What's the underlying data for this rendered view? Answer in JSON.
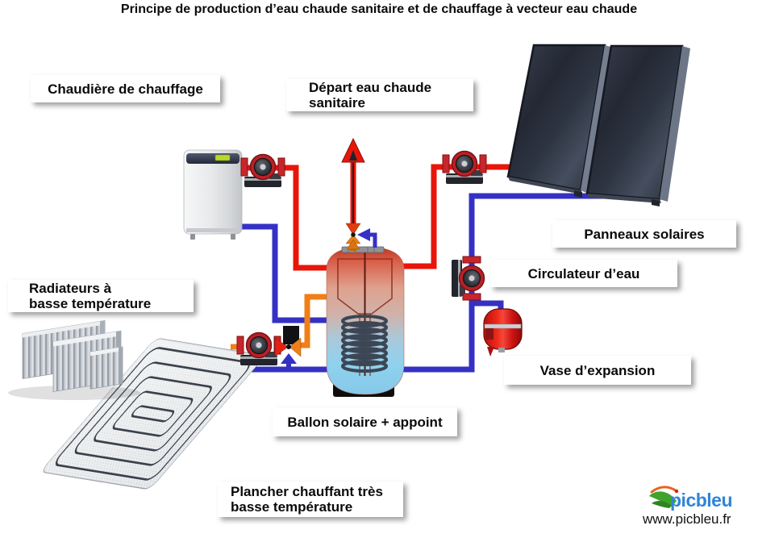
{
  "title": "Principe de production d’eau chaude sanitaire et de chauffage à vecteur eau chaude",
  "labels": {
    "chaudiere": "Chaudière de chauffage",
    "depart_l1": "Départ eau chaude",
    "depart_l2": "sanitaire",
    "panneaux": "Panneaux solaires",
    "circulateur": "Circulateur d’eau",
    "radiateurs_l1": "Radiateurs à",
    "radiateurs_l2": "basse température",
    "vase": "Vase d’expansion",
    "ballon": "Ballon solaire + appoint",
    "plancher_l1": "Plancher chauffant très",
    "plancher_l2": "basse température"
  },
  "logo": {
    "brand": "picbleu",
    "website": "www.picbleu.fr"
  },
  "colors": {
    "hot_pipe": "#e8150a",
    "cold_pipe": "#3431c4",
    "mixed_pipe": "#ef7f16"
  },
  "components": [
    "boiler",
    "circulator-pump",
    "solar-panel",
    "storage-tank",
    "expansion-vessel",
    "radiator",
    "underfloor-heating",
    "three-way-valve",
    "thermostatic-mixing-valve",
    "dhw-outlet-arrow"
  ]
}
